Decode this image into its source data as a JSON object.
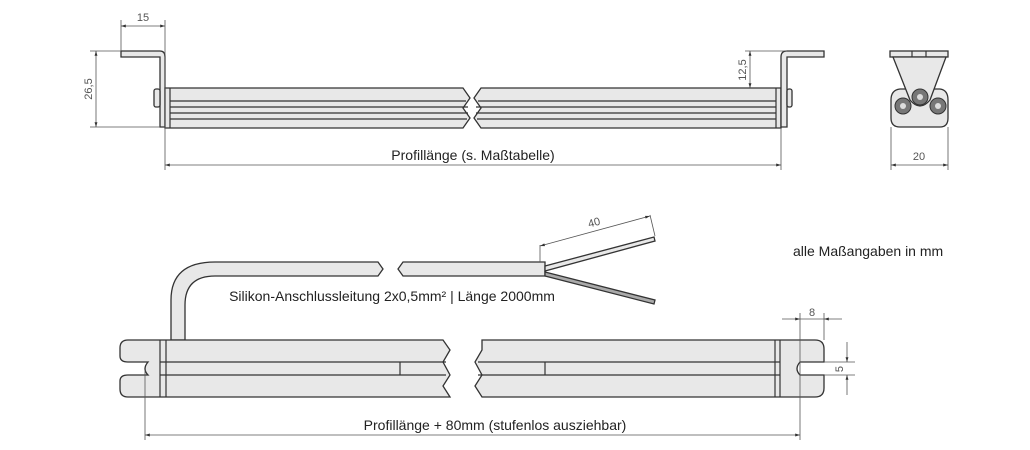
{
  "top_view": {
    "dim_bracket_width": "15",
    "dim_height": "26,5",
    "dim_bracket_offset": "12,5",
    "profile_length_label": "Profillänge (s. Maßtabelle)"
  },
  "end_view": {
    "dim_width": "20"
  },
  "bottom_view": {
    "cable_label": "Silikon-Anschlussleitung 2x0,5mm² | Länge 2000mm",
    "dim_wire_strip": "40",
    "dim_slot_depth": "8",
    "dim_slot_width": "5",
    "extended_length_label": "Profillänge + 80mm (stufenlos ausziehbar)"
  },
  "note": "alle Maßangaben in mm",
  "colors": {
    "part_fill": "#e8e8e8",
    "outline": "#333333",
    "dimension": "#555555"
  }
}
